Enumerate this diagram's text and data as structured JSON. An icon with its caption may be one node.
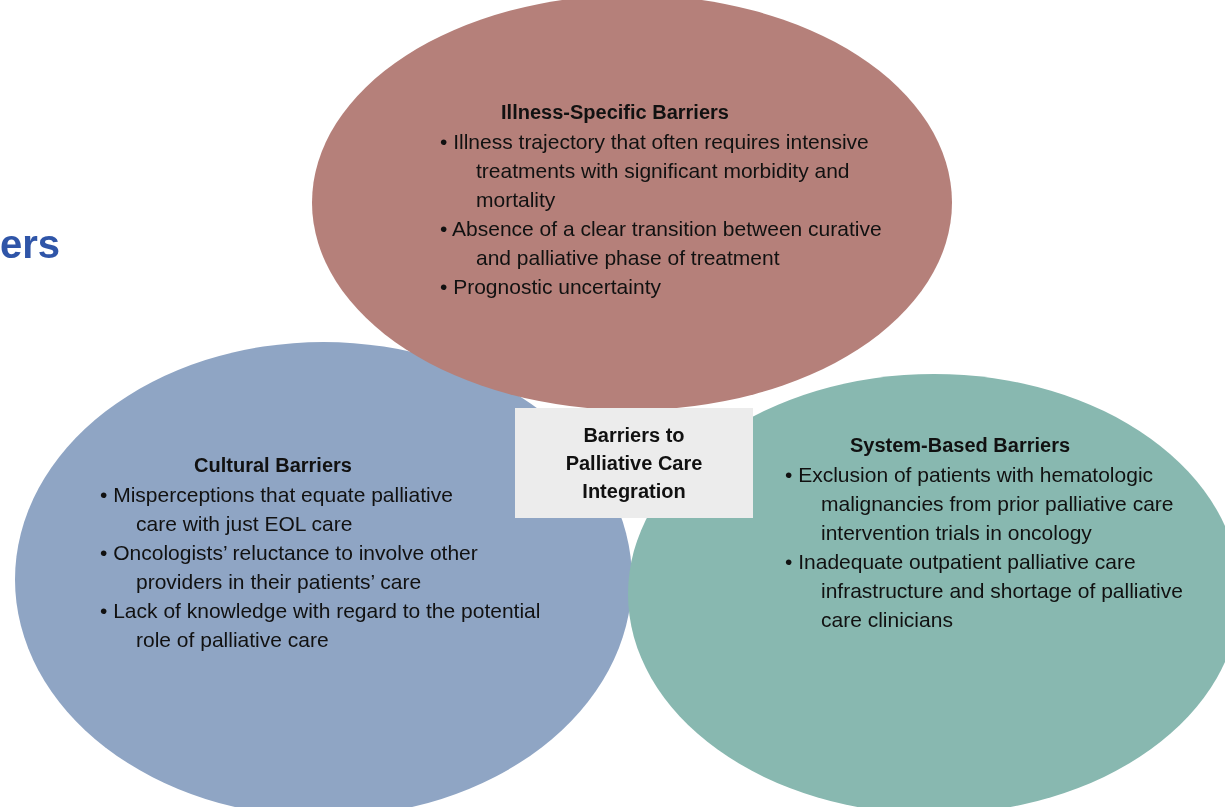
{
  "diagram": {
    "nodes": [
      {
        "text": [
          "Illness-Specific Barriers",
          "• Illness trajectory that often requires intensive treatments with significant morbidity and mortality",
          "• Absence of a clear transition between curative and palliative phase of treatment",
          "• Prognostic uncertainty"
        ]
      },
      {
        "text": [
          "Cultural Barriers",
          "• Misperceptions that equate palliative care with just EOL care",
          "• Oncologists’ reluctance to involve other providers in their patients’ care",
          "• Lack of knowledge with regard to the potential role of palliative care"
        ]
      },
      {
        "text": [
          "Barriers to Palliative Care Integration"
        ]
      },
      {
        "text": [
          "System-Based Barriers",
          "• Exclusion of patients with hematologic malignancies from prior palliative care intervention trials in oncology",
          "• Inadequate outpatient palliative care infrastructure and shortage of palliative care clinicians"
        ]
      }
    ],
    "labels": [
      "ers"
    ]
  }
}
